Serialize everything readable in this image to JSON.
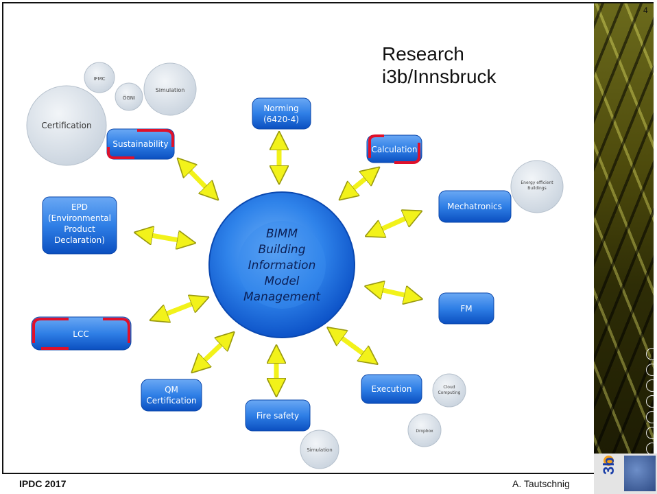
{
  "research": {
    "line1": "Research",
    "line2": "i3b/Innsbruck"
  },
  "footer": {
    "left": "IPDC 2017",
    "right": "A. Tautschnig"
  },
  "page_number": "4",
  "center": {
    "lines": [
      "BIMM",
      "Building",
      "Information",
      "Model",
      "Management"
    ]
  },
  "nodes": {
    "norming": [
      "Norming",
      "(6420-4)"
    ],
    "calculation": [
      "Calculation"
    ],
    "mechatronics": [
      "Mechatronics"
    ],
    "fm": [
      "FM"
    ],
    "execution": [
      "Execution"
    ],
    "fire_safety": [
      "Fire safety"
    ],
    "qm_certification": [
      "QM",
      "Certification"
    ],
    "lcc": [
      "LCC"
    ],
    "epd": [
      "EPD",
      "(Environmental",
      "Product",
      "Declaration)"
    ],
    "sustainability": [
      "Sustainability"
    ]
  },
  "bubbles": {
    "ifmc": [
      "IFMC"
    ],
    "ognl": [
      "ÖGNI"
    ],
    "simulation_top": [
      "Simulation"
    ],
    "certification": [
      "Certification"
    ],
    "energy": [
      "Energy efficient",
      "Buildings"
    ],
    "cloud": [
      "Cloud",
      "Computing"
    ],
    "dropbox": [
      "Dropbox"
    ],
    "simulation_bottom": [
      "Simulation"
    ]
  },
  "colors": {
    "node_blue": "#2f7fe6",
    "node_blue_dark": "#0b4fc0",
    "bubble_gray": "#d9e1ea",
    "arrow_yellow": "#f2f21a",
    "highlight_red": "#e0102a"
  }
}
